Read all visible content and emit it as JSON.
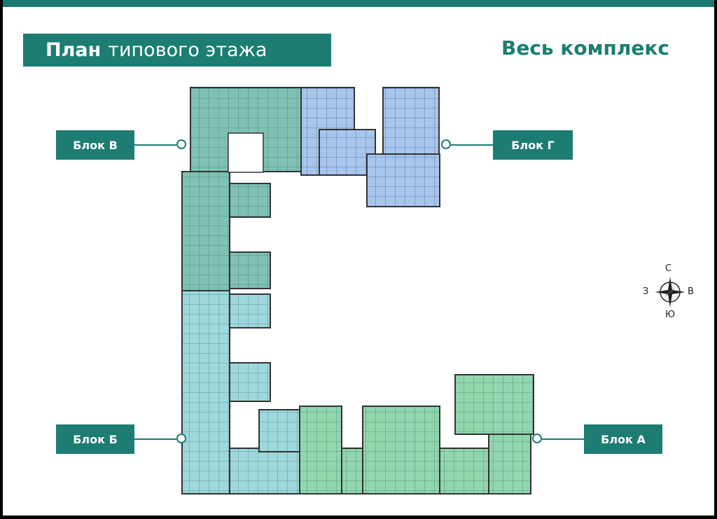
{
  "title": {
    "bold": "План",
    "rest": "типового этажа"
  },
  "complex_link": "Весь комплекс",
  "blocks": {
    "v": "Блок В",
    "g": "Блок Г",
    "b": "Блок Б",
    "a": "Блок А"
  },
  "compass": {
    "n": "С",
    "s": "Ю",
    "w": "З",
    "e": "В"
  },
  "colors": {
    "accent": "#1d7d72",
    "block_v": "#7fc2b4",
    "block_g": "#a8c6ec",
    "block_b": "#9ed8dc",
    "block_a": "#92d6b0"
  }
}
